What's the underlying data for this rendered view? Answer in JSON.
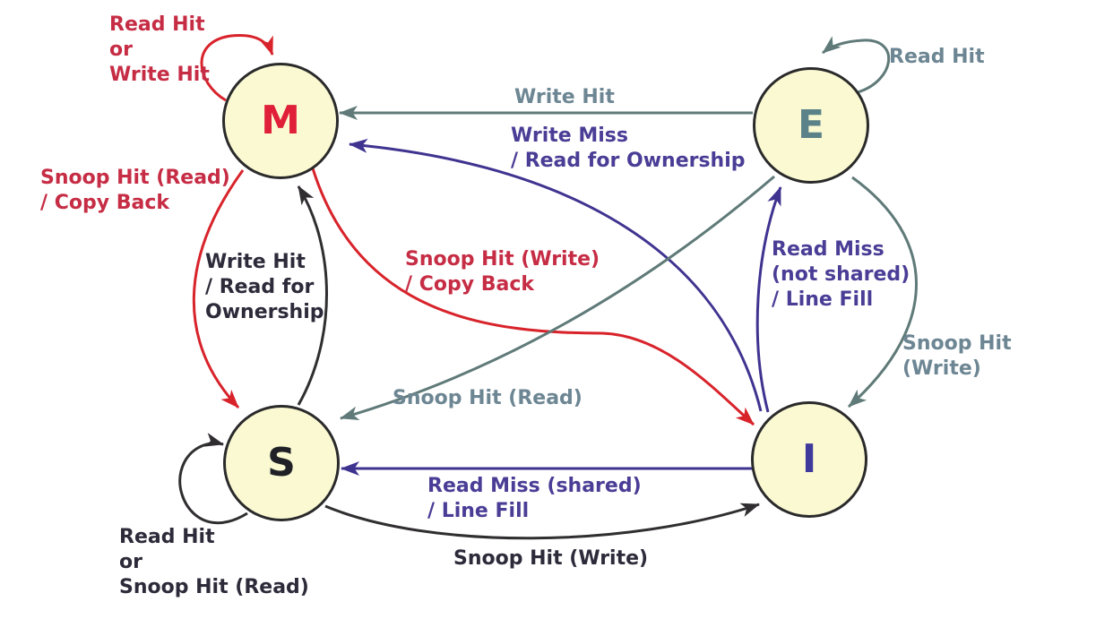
{
  "colors": {
    "background": "#FFFFFF",
    "node_fill": "#FAF9D2",
    "node_border": "#2B2A2B",
    "red_line": "#D8232B",
    "red_text": "#C62D45",
    "gray_line": "#5F7A78",
    "gray_text": "#6D8693",
    "purple_line": "#3F3390",
    "purple_text": "#4A3D96",
    "black_line": "#302E30",
    "black_text": "#2D2B3A",
    "letter_m": "#E02039",
    "letter_e": "#5C8289",
    "letter_s": "#1F2127",
    "letter_i": "#3E3A9C"
  },
  "nodes": {
    "m": {
      "label": "M"
    },
    "e": {
      "label": "E"
    },
    "s": {
      "label": "S"
    },
    "i": {
      "label": "I"
    }
  },
  "edges": {
    "m_self": {
      "from": "M",
      "to": "M",
      "color": "red",
      "label": "Read Hit\nor\nWrite Hit"
    },
    "e_self": {
      "from": "E",
      "to": "E",
      "color": "gray",
      "label": "Read Hit"
    },
    "e_to_m": {
      "from": "E",
      "to": "M",
      "color": "gray",
      "label": "Write Hit"
    },
    "i_to_m": {
      "from": "I",
      "to": "M",
      "color": "purple",
      "label": "Write Miss\n/ Read for Ownership"
    },
    "m_to_s": {
      "from": "M",
      "to": "S",
      "color": "red",
      "label": "Snoop Hit (Read)\n/ Copy Back"
    },
    "s_to_m": {
      "from": "S",
      "to": "M",
      "color": "black",
      "label": "Write Hit\n/ Read for\nOwnership"
    },
    "m_to_i": {
      "from": "M",
      "to": "I",
      "color": "red",
      "label": "Snoop Hit (Write)\n/ Copy Back"
    },
    "e_to_s": {
      "from": "E",
      "to": "S",
      "color": "gray",
      "label": "Snoop Hit (Read)"
    },
    "i_to_e": {
      "from": "I",
      "to": "E",
      "color": "purple",
      "label": "Read Miss\n(not shared)\n/ Line Fill"
    },
    "e_to_i": {
      "from": "E",
      "to": "I",
      "color": "gray",
      "label": "Snoop Hit (Write)"
    },
    "i_to_s": {
      "from": "I",
      "to": "S",
      "color": "purple",
      "label": "Read Miss (shared)\n/ Line Fill"
    },
    "s_to_i": {
      "from": "S",
      "to": "I",
      "color": "black",
      "label": "Snoop Hit (Write)"
    },
    "s_self": {
      "from": "S",
      "to": "S",
      "color": "black",
      "label": "Read Hit\nor\nSnoop Hit (Read)"
    }
  }
}
